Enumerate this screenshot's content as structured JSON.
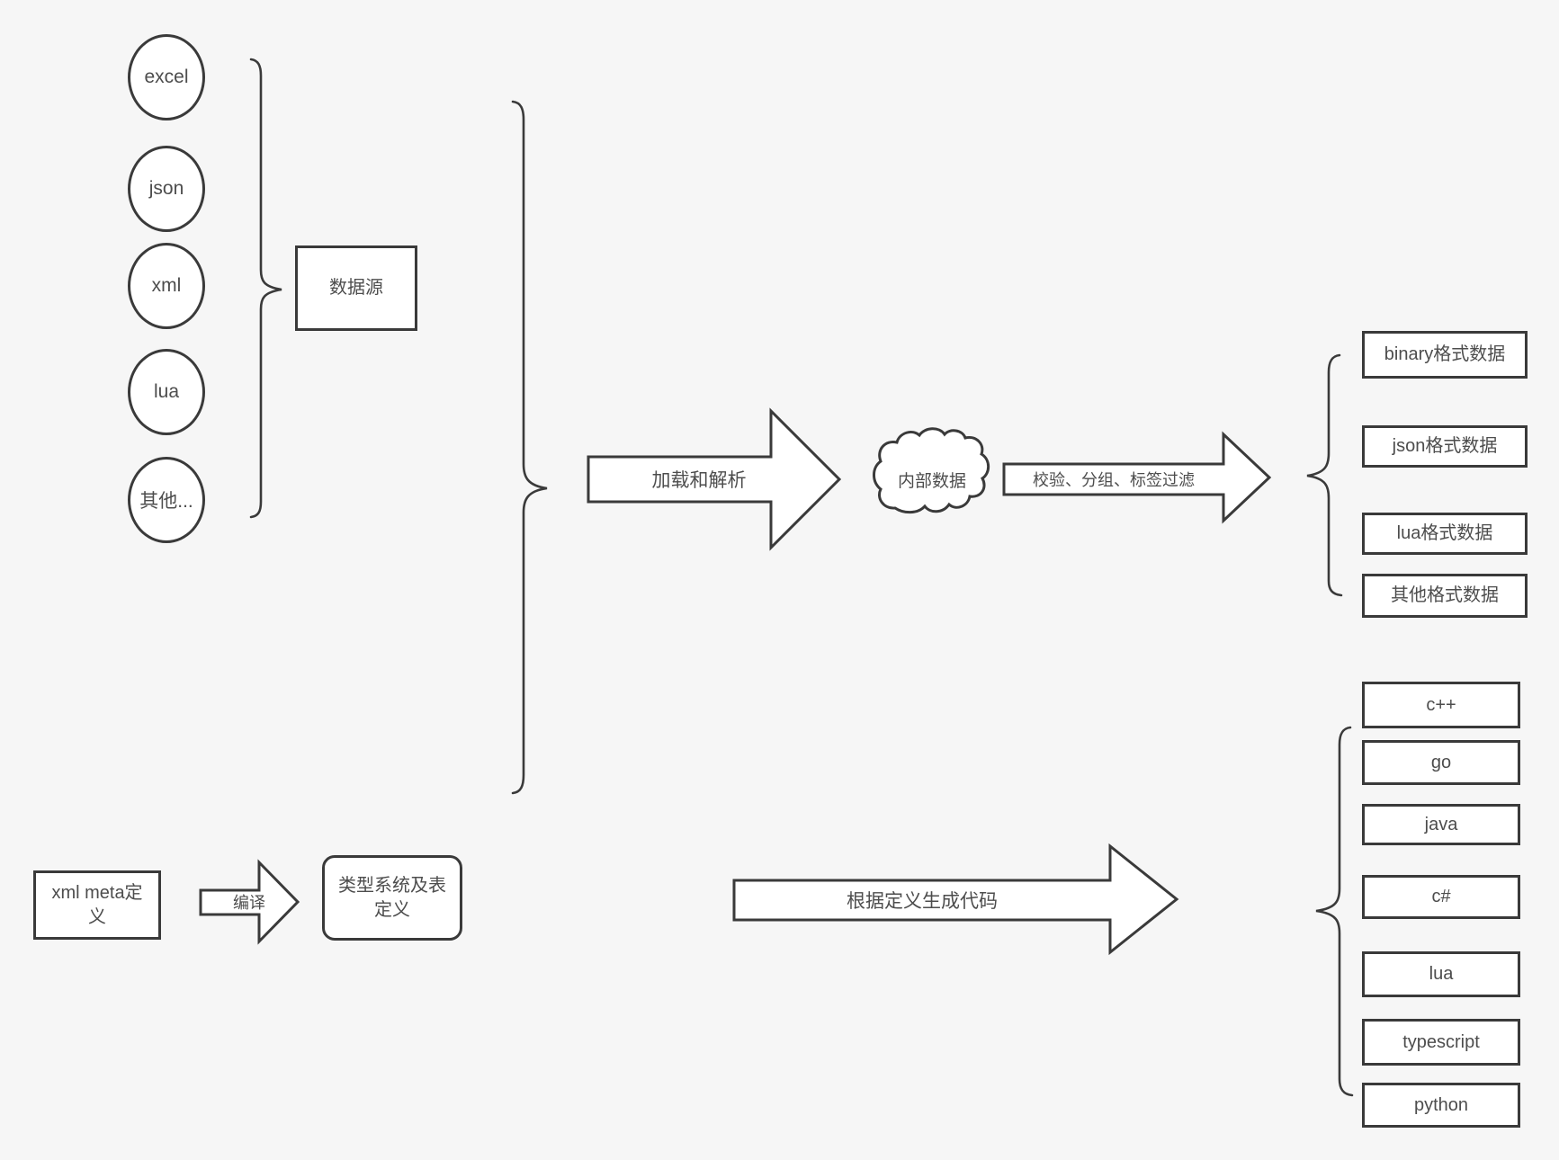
{
  "canvas": {
    "bg": "#f6f6f6",
    "stroke": "#3a3a3a",
    "text": "#4d4d4d",
    "fill": "#ffffff"
  },
  "sources": {
    "items": [
      "excel",
      "json",
      "xml",
      "lua",
      "其他..."
    ],
    "group_label": "数据源"
  },
  "pipeline": {
    "load_arrow_label": "加载和解析",
    "cloud_label": "内部数据",
    "filter_arrow_label": "校验、分组、标签过滤"
  },
  "outputs": {
    "formats": [
      "binary格式数据",
      "json格式数据",
      "lua格式数据",
      "其他格式数据"
    ]
  },
  "meta": {
    "xml_meta_label": "xml meta定义",
    "compile_arrow_label": "编译",
    "type_system_label": "类型系统及表定义",
    "codegen_arrow_label": "根据定义生成代码"
  },
  "languages": [
    "c++",
    "go",
    "java",
    "c#",
    "lua",
    "typescript",
    "python"
  ]
}
